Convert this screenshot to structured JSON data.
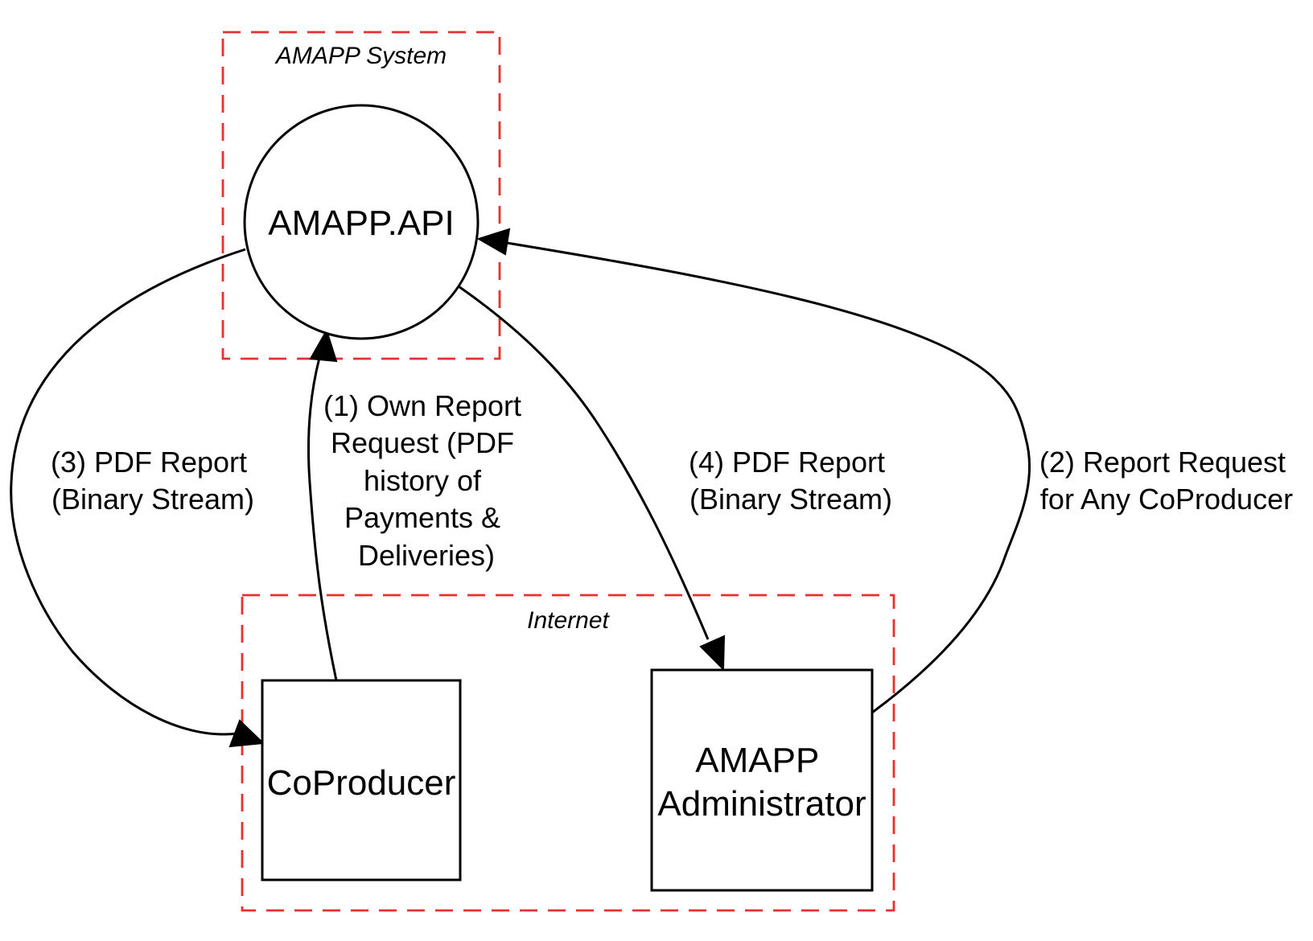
{
  "clusters": {
    "system": {
      "label": "AMAPP System"
    },
    "internet": {
      "label": "Internet"
    }
  },
  "nodes": {
    "api": {
      "label": "AMAPP.API"
    },
    "coproducer": {
      "label": "CoProducer"
    },
    "admin": {
      "label_lines": [
        "AMAPP",
        "Administrator"
      ]
    }
  },
  "edges": {
    "e1": {
      "label_lines": [
        "(1) Own Report",
        "Request (PDF",
        "history of",
        "Payments &",
        "Deliveries)"
      ]
    },
    "e2": {
      "label_lines": [
        "(2) Report Request",
        "for Any CoProducer"
      ]
    },
    "e3": {
      "label_lines": [
        "(3) PDF Report",
        "(Binary Stream)"
      ]
    },
    "e4": {
      "label_lines": [
        "(4) PDF Report",
        "(Binary Stream)"
      ]
    }
  }
}
